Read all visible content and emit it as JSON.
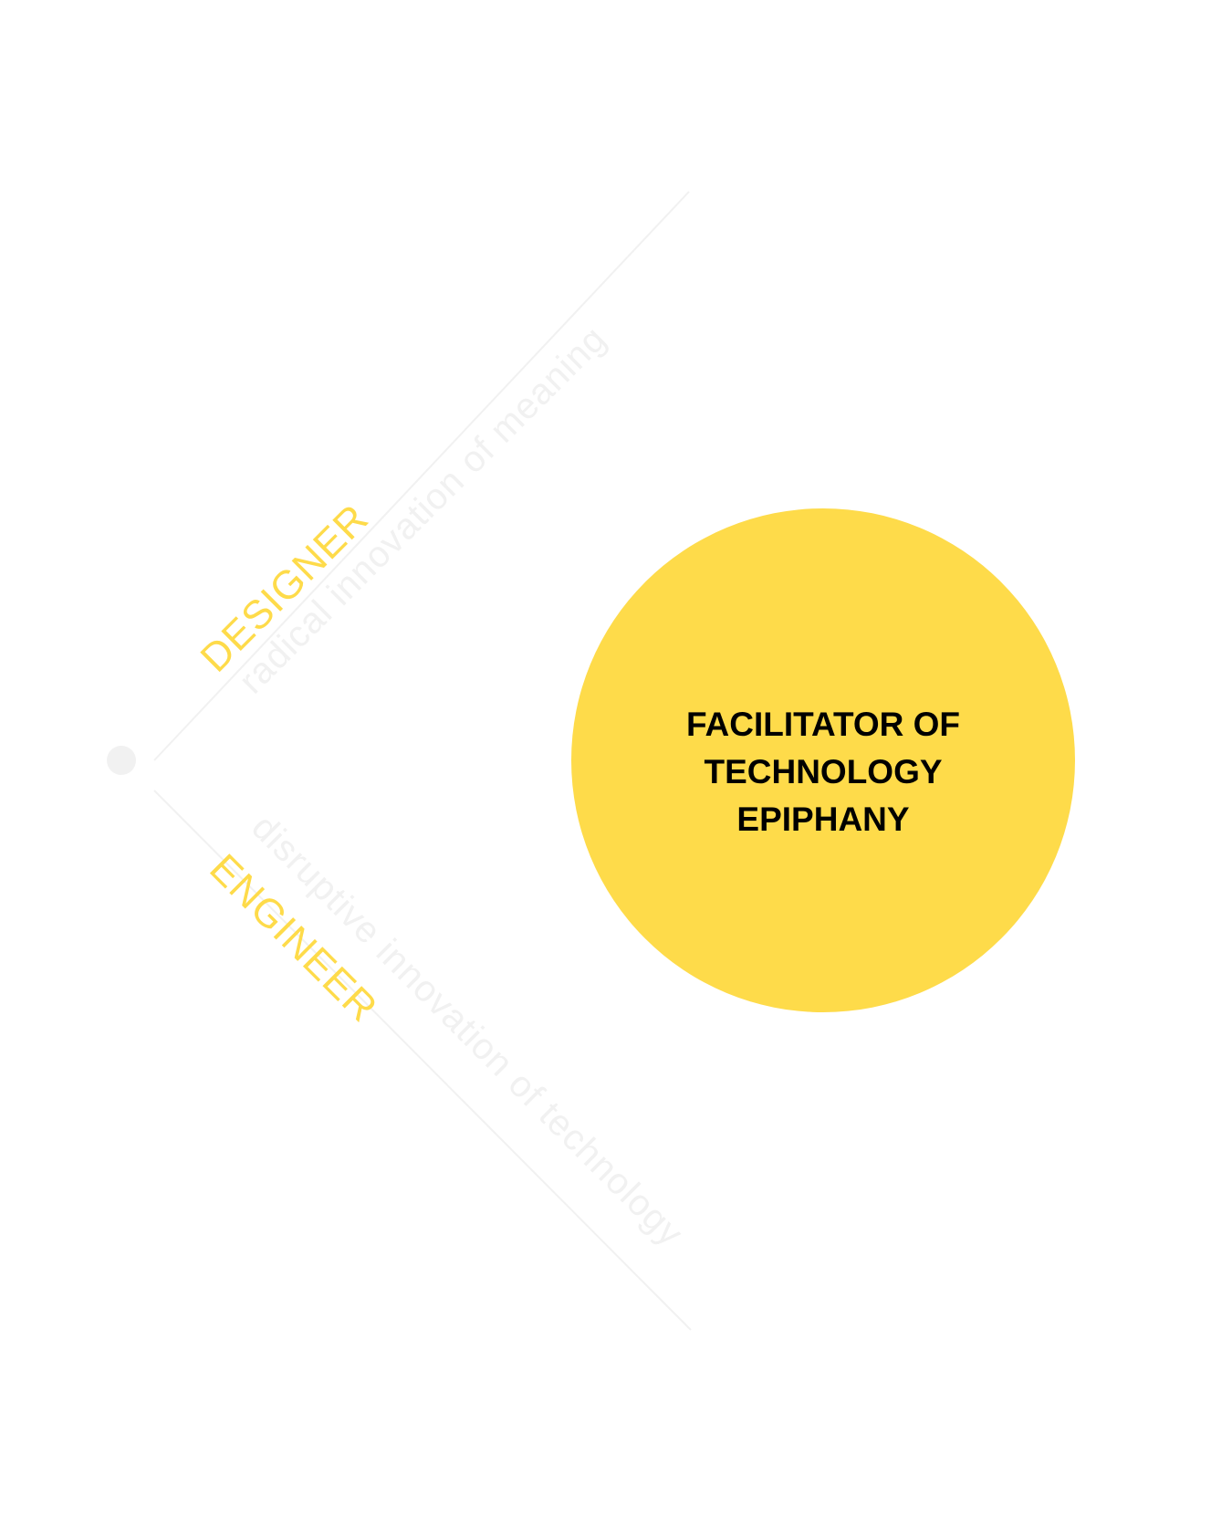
{
  "colors": {
    "background": "#ffffff",
    "accent_yellow": "#FEDB4A",
    "faint_gray": "#f1f1f1",
    "text_dark": "#000000"
  },
  "diagram": {
    "upper_branch": {
      "role": "DESIGNER",
      "phrase": "radical innovation of meaning"
    },
    "lower_branch": {
      "role": "ENGINEER",
      "phrase": "disruptive innovation of technology"
    },
    "center_circle": {
      "lines": [
        "FACILITATOR OF",
        "TECHNOLOGY",
        "EPIPHANY"
      ]
    }
  }
}
